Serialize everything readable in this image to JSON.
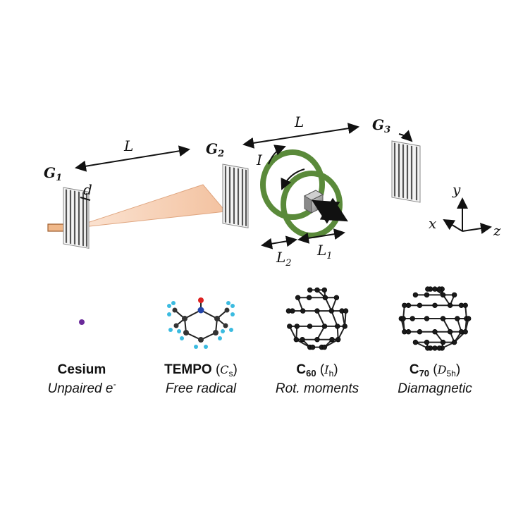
{
  "labels": {
    "g1": {
      "main": "G",
      "sub": "1"
    },
    "g2": {
      "main": "G",
      "sub": "2"
    },
    "g3": {
      "main": "G",
      "sub": "3"
    },
    "L_left": "L",
    "L_right": "L",
    "d": "d",
    "I": "I",
    "L1": {
      "main": "L",
      "sub": "1"
    },
    "L2": {
      "main": "L",
      "sub": "2"
    },
    "axis_x": "x",
    "axis_y": "y",
    "axis_z": "z"
  },
  "species": [
    {
      "name": "Cesium",
      "desc": "Unpaired e",
      "desc_sup": "-"
    },
    {
      "name": "TEMPO",
      "sym": "C",
      "sym_sub": "s",
      "desc": "Free radical"
    },
    {
      "name": "C",
      "name_sub": "60",
      "sym": "I",
      "sym_sub": "h",
      "desc": "Rot. moments"
    },
    {
      "name": "C",
      "name_sub": "70",
      "sym": "D",
      "sym_sub": "5h",
      "desc": "Diamagnetic"
    }
  ],
  "colors": {
    "coil": "#5a8a3a",
    "beam": "#f6cdb0",
    "cesium": "#6a2a9a",
    "tempo_c": "#3bbbe0",
    "tempo_n": "#2244aa",
    "tempo_o": "#dd2222"
  }
}
